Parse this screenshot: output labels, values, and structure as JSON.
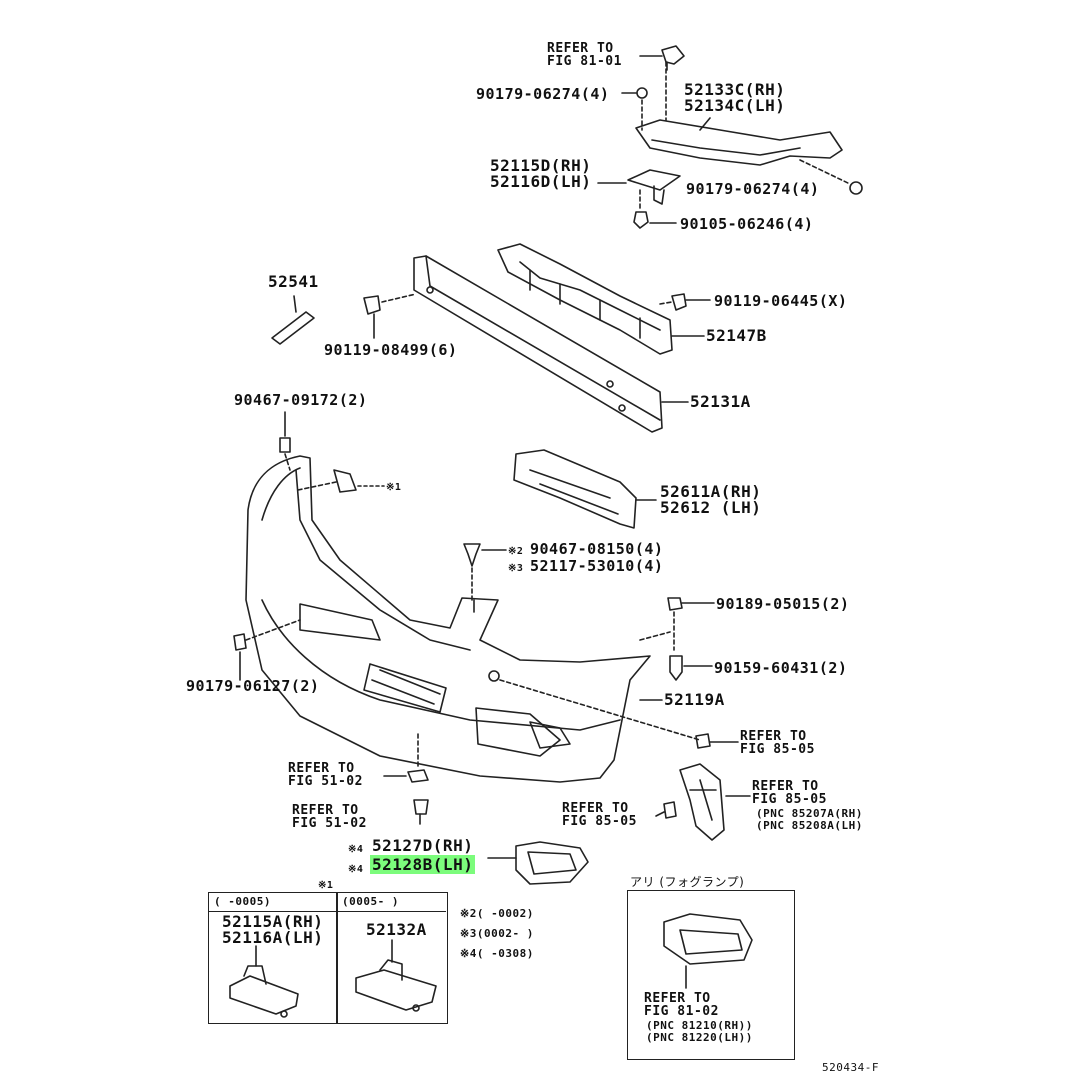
{
  "labels": {
    "ref_81_01_a": "REFER TO",
    "ref_81_01_b": "FIG 81-01",
    "p90179_06274_top": "90179-06274(4)",
    "p52133C": "52133C(RH)",
    "p52134C": "52134C(LH)",
    "p52115D": "52115D(RH)",
    "p52116D": "52116D(LH)",
    "p90179_06274_right": "90179-06274(4)",
    "p90105_06246": "90105-06246(4)",
    "p52541": "52541",
    "p90119_08499": "90119-08499(6)",
    "p90119_06445": "90119-06445(X)",
    "p52147B": "52147B",
    "p90467_09172": "90467-09172(2)",
    "p52131A": "52131A",
    "mark_1": "※1",
    "p52611A": "52611A(RH)",
    "p52612": "52612 (LH)",
    "mark_2": "※2",
    "p90467_08150": "90467-08150(4)",
    "mark_3": "※3",
    "p52117_53010": "52117-53010(4)",
    "p90189_05015": "90189-05015(2)",
    "p90159_60431": "90159-60431(2)",
    "p90179_06127": "90179-06127(2)",
    "p52119A": "52119A",
    "ref_85_05_a1": "REFER TO",
    "ref_85_05_a2": "FIG 85-05",
    "ref_51_02_a1": "REFER TO",
    "ref_51_02_a2": "FIG 51-02",
    "ref_85_05_b1": "REFER TO",
    "ref_85_05_b2": "FIG 85-05",
    "pnc_85207A": "(PNC 85207A(RH)",
    "pnc_85208A": "(PNC 85208A(LH)",
    "ref_51_02_b1": "REFER TO",
    "ref_51_02_b2": "FIG 51-02",
    "ref_85_05_c1": "REFER TO",
    "ref_85_05_c2": "FIG 85-05",
    "mark_4a": "※4",
    "p52127D": "52127D(RH)",
    "mark_4b": "※4",
    "p52128B": "52128B(LH)",
    "mark_1_box": "※1",
    "box_col1_head": "(    -0005)",
    "box_col2_head": "(0005-    )",
    "p52115A": "52115A(RH)",
    "p52116A": "52116A(LH)",
    "p52132A": "52132A",
    "note_2": "※2(      -0002)",
    "note_3": "※3(0002-      )",
    "note_4": "※4(      -0308)",
    "fog_title": "アリ (フォグランプ)",
    "ref_81_02_a": "REFER TO",
    "ref_81_02_b": "FIG 81-02",
    "pnc_81210": "(PNC 81210(RH))",
    "pnc_81220": "(PNC 81220(LH))",
    "fig_code": "520434-F"
  },
  "colors": {
    "highlight": "#7CFC7C",
    "line": "#222222"
  }
}
